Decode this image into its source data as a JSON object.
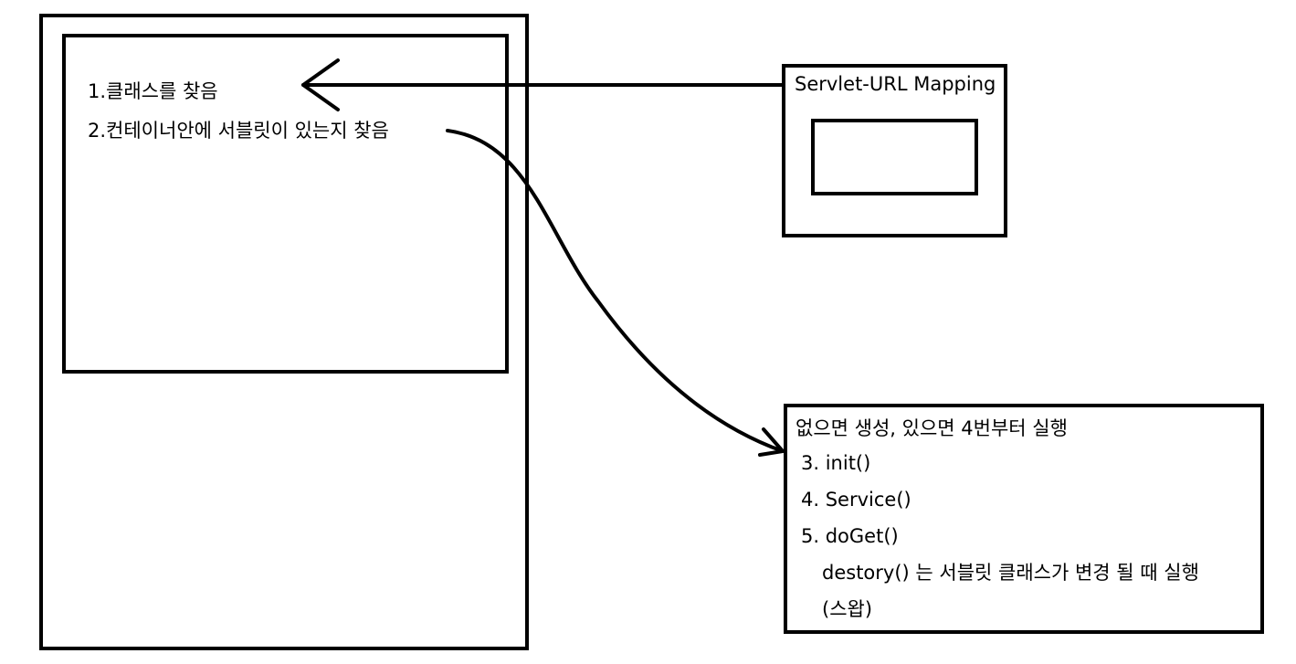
{
  "container": {
    "step1": "1.클래스를 찾음",
    "step2": "2.컨테이너안에 서블릿이 있는지 찾음"
  },
  "mapping": {
    "label": "Servlet-URL Mapping"
  },
  "lifecycle": {
    "header": "없으면 생성, 있으면 4번부터 실행",
    "init": "3. init()",
    "service": "4. Service()",
    "doget": "5. doGet()",
    "destroy": "destory() 는 서블릿 클래스가 변경 될 때 실행",
    "swap": "(스왑)"
  }
}
